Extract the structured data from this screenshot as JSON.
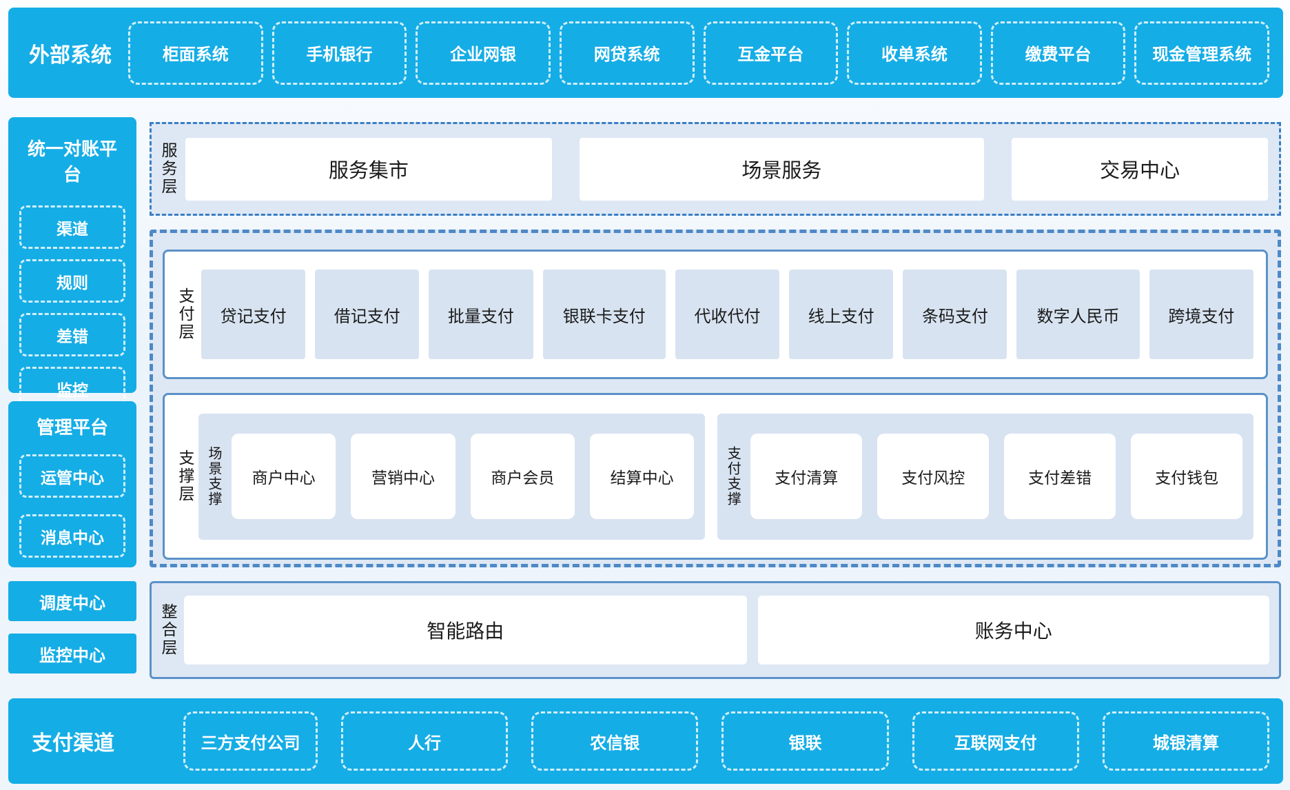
{
  "colors": {
    "blue": "#15ade6",
    "layer_bg": "#dee8f4",
    "cell_bg": "#d8e3f1",
    "solid_border": "#5b91c8",
    "dashed_border": "#4d89c6"
  },
  "external_systems": {
    "title": "外部系统",
    "items": [
      "柜面系统",
      "手机银行",
      "企业网银",
      "网贷系统",
      "互金平台",
      "收单系统",
      "缴费平台",
      "现金管理系统"
    ]
  },
  "reconciliation_platform": {
    "title": "统一对账平台",
    "items": [
      "渠道",
      "规则",
      "差错",
      "监控"
    ]
  },
  "management_platform": {
    "title": "管理平台",
    "items": [
      "运管中心",
      "消息中心"
    ]
  },
  "side_boxes": [
    "调度中心",
    "监控中心"
  ],
  "service_layer": {
    "label": "服务层",
    "items": [
      "服务集市",
      "场景服务",
      "交易中心"
    ]
  },
  "payment_layer": {
    "label": "支付层",
    "items": [
      "贷记支付",
      "借记支付",
      "批量支付",
      "银联卡支付",
      "代收代付",
      "线上支付",
      "条码支付",
      "数字人民币",
      "跨境支付"
    ]
  },
  "support_layer": {
    "label": "支撑层",
    "groups": [
      {
        "label": "场景支撑",
        "items": [
          "商户中心",
          "营销中心",
          "商户会员",
          "结算中心"
        ]
      },
      {
        "label": "支付支撑",
        "items": [
          "支付清算",
          "支付风控",
          "支付差错",
          "支付钱包"
        ]
      }
    ]
  },
  "integration_layer": {
    "label": "整合层",
    "items": [
      "智能路由",
      "账务中心"
    ]
  },
  "payment_channels": {
    "title": "支付渠道",
    "items": [
      "三方支付公司",
      "人行",
      "农信银",
      "银联",
      "互联网支付",
      "城银清算"
    ]
  }
}
